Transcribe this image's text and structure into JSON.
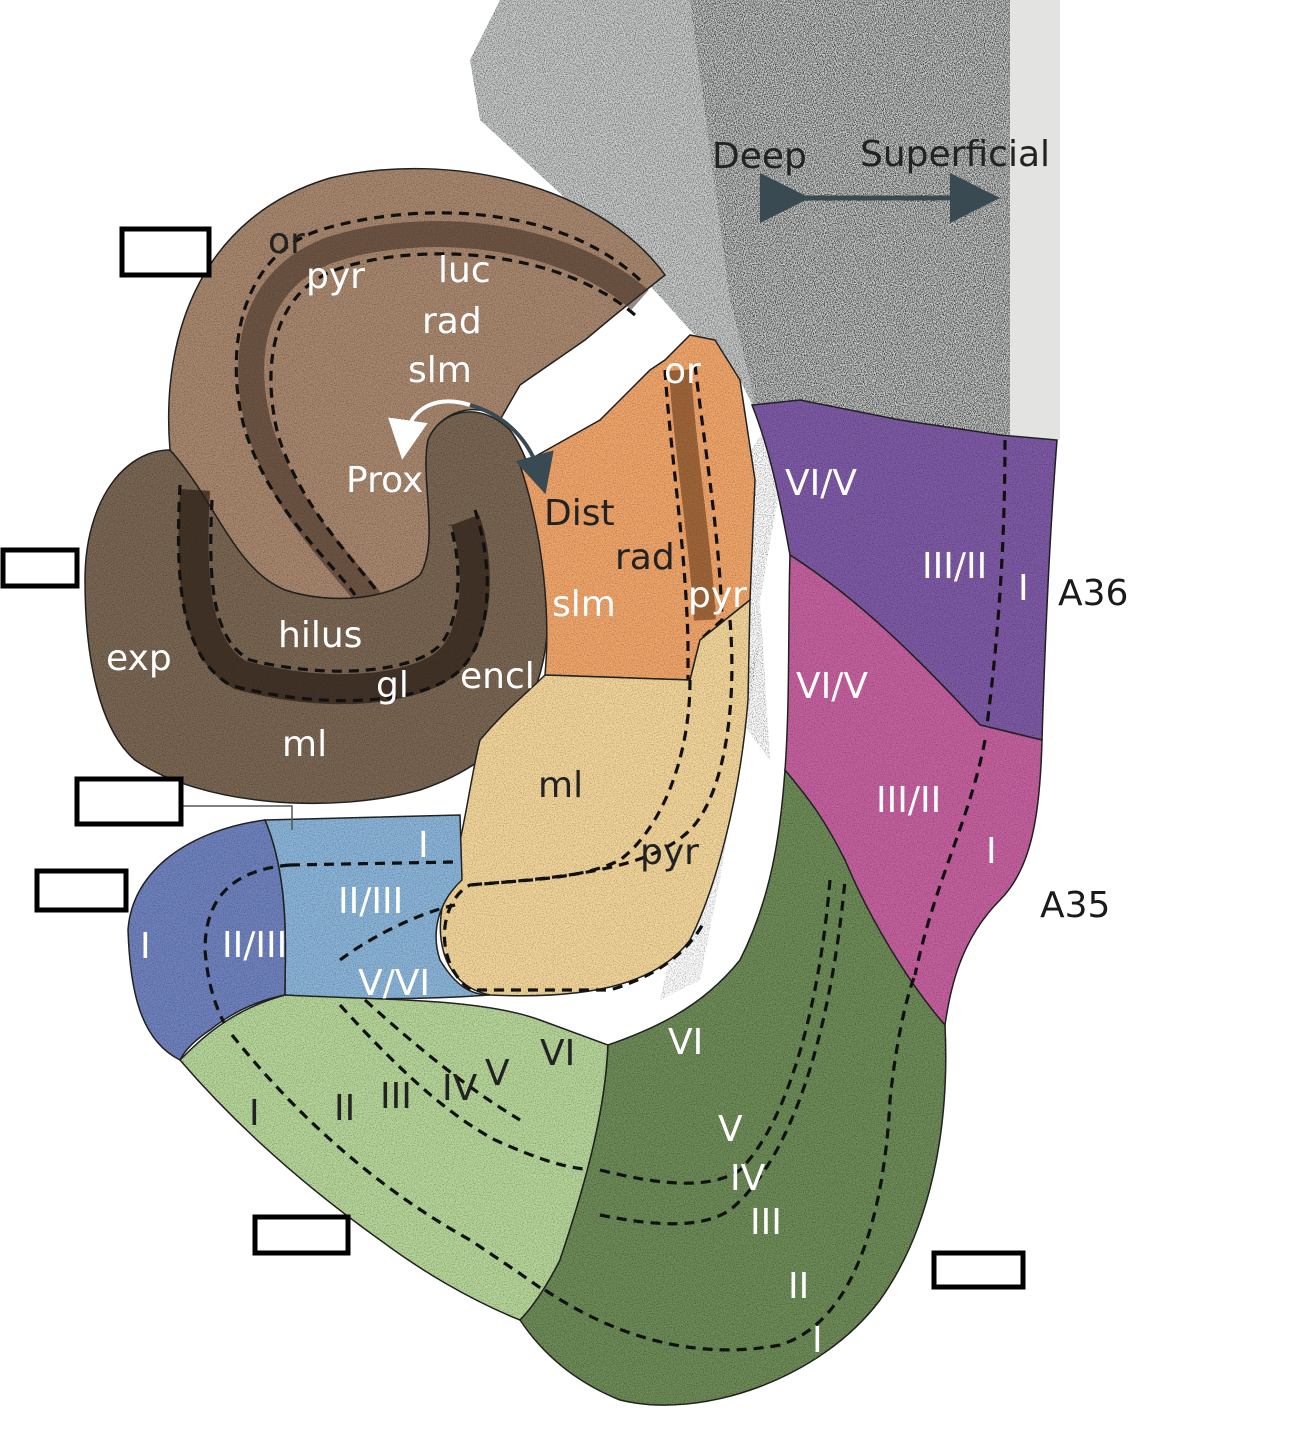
{
  "orientation": {
    "deep": "Deep",
    "superficial": "Superficial"
  },
  "areas": {
    "a36": "A36",
    "a35": "A35"
  },
  "ca_field": {
    "or": "or",
    "pyr": "pyr",
    "luc": "luc",
    "rad": "rad",
    "slm": "slm",
    "prox": "Prox"
  },
  "dentate": {
    "exp": "exp",
    "hilus": "hilus",
    "gl": "gl",
    "encl": "encl",
    "ml": "ml"
  },
  "ca1": {
    "or": "or",
    "dist": "Dist",
    "rad": "rad",
    "slm": "slm",
    "pyr": "pyr"
  },
  "subiculum": {
    "ml": "ml",
    "pyr": "pyr"
  },
  "a36_layers": {
    "deep": "VI/V",
    "mid": "III/II",
    "sup": "I"
  },
  "a35_layers": {
    "deep": "VI/V",
    "mid": "III/II",
    "sup": "I"
  },
  "presubiculum": {
    "l1": "I",
    "l23": "II/III",
    "l56": "V/VI"
  },
  "parasubiculum": {
    "l1": "I",
    "l23": "II/III"
  },
  "lateral_ec": {
    "l1": "I",
    "l2": "II",
    "l3": "III",
    "l4": "IV",
    "l5": "V",
    "l6": "VI"
  },
  "medial_ec": {
    "l6": "VI",
    "l5": "V",
    "l4": "IV",
    "l3": "III",
    "l2": "II",
    "l1": "I"
  },
  "colors": {
    "ca3": "#a8876e",
    "dentate": "#7a6653",
    "ca1": "#f0a56a",
    "subiculum": "#f2d59a",
    "a36": "#7e5aa6",
    "a35": "#c4609e",
    "presub": "#8ab4d8",
    "parasub": "#6f82be",
    "lec": "#b7d69a",
    "mec": "#6e8c58"
  }
}
